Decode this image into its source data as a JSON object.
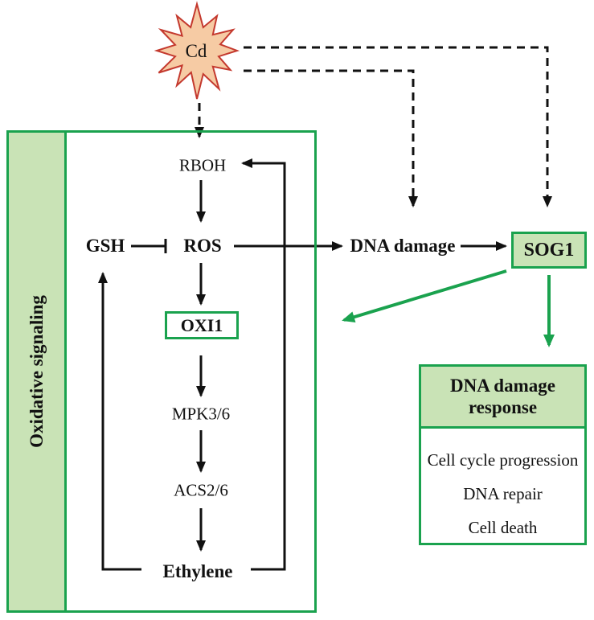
{
  "colors": {
    "green": "#1aa24e",
    "light_green": "#c9e3b6",
    "star_fill": "#f6cba4",
    "star_stroke": "#c4392e",
    "ink": "#111111"
  },
  "stressor": {
    "label": "Cd"
  },
  "oxidative": {
    "panel_label": "Oxidative signaling",
    "rboh": "RBOH",
    "gsh": "GSH",
    "ros": "ROS",
    "oxi1": "OXI1",
    "mpk": "MPK3/6",
    "acs": "ACS2/6",
    "ethylene": "Ethylene"
  },
  "dna_damage": "DNA damage",
  "sog1": "SOG1",
  "ddr": {
    "title_line1": "DNA damage",
    "title_line2": "response",
    "items": [
      "Cell cycle progression",
      "DNA repair",
      "Cell death"
    ]
  }
}
